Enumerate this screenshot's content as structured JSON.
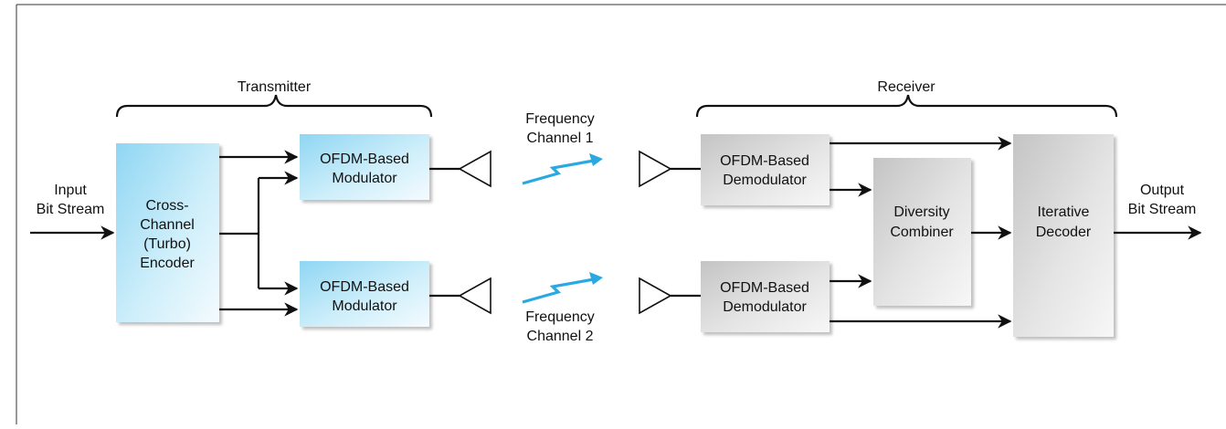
{
  "transmitter_label": "Transmitter",
  "receiver_label": "Receiver",
  "input": {
    "line1": "Input",
    "line2": "Bit Stream"
  },
  "output": {
    "line1": "Output",
    "line2": "Bit Stream"
  },
  "encoder": {
    "lines": [
      "Cross-",
      "Channel",
      "(Turbo)",
      "Encoder"
    ]
  },
  "modulator_top": {
    "line1": "OFDM-Based",
    "line2": "Modulator"
  },
  "modulator_bottom": {
    "line1": "OFDM-Based",
    "line2": "Modulator"
  },
  "demodulator_top": {
    "line1": "OFDM-Based",
    "line2": "Demodulator"
  },
  "demodulator_bottom": {
    "line1": "OFDM-Based",
    "line2": "Demodulator"
  },
  "combiner": {
    "line1": "Diversity",
    "line2": "Combiner"
  },
  "decoder": {
    "line1": "Iterative",
    "line2": "Decoder"
  },
  "channel1": {
    "line1": "Frequency",
    "line2": "Channel 1"
  },
  "channel2": {
    "line1": "Frequency",
    "line2": "Channel 2"
  },
  "colors": {
    "tx_box_edge": "#9fdcf5",
    "tx_box_fill": "#e8f6fc",
    "rx_box_edge": "#cfcfcf",
    "rx_box_fill": "#f2f2f2",
    "signal": "#29a9e1",
    "line": "#111111"
  }
}
